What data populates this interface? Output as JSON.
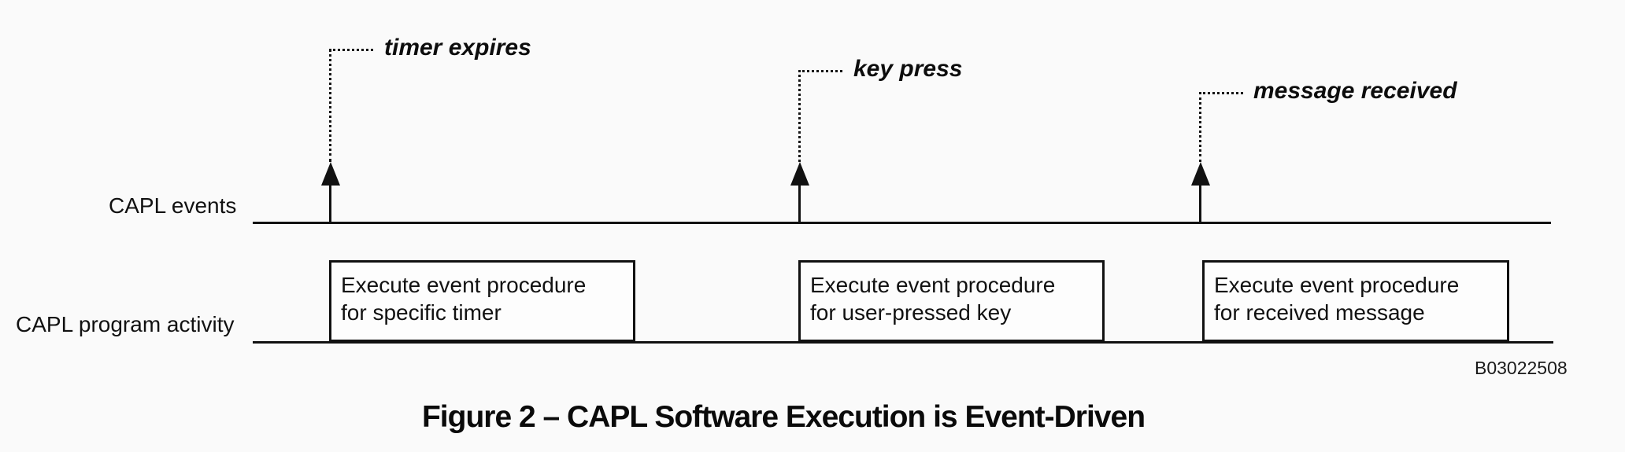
{
  "diagram": {
    "row_labels": {
      "events": "CAPL events",
      "activity": "CAPL program activity"
    },
    "events": [
      {
        "label": "timer expires"
      },
      {
        "label": "key press"
      },
      {
        "label": "message received"
      }
    ],
    "boxes": [
      {
        "line1": "Execute event procedure",
        "line2": "for specific timer"
      },
      {
        "line1": "Execute event procedure",
        "line2": "for user-pressed key"
      },
      {
        "line1": "Execute event procedure",
        "line2": "for received message"
      }
    ],
    "watermark": "B03022508",
    "caption": "Figure 2 – CAPL Software Execution is Event-Driven",
    "colors": {
      "line": "#111111",
      "background": "#fafafa",
      "text": "#111111"
    }
  }
}
